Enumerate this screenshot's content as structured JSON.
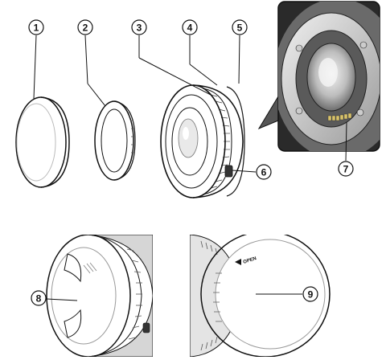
{
  "callouts": [
    {
      "id": "1",
      "label": "1",
      "part": "rear-lens-cap"
    },
    {
      "id": "2",
      "label": "2",
      "part": "adapter-ring"
    },
    {
      "id": "3",
      "label": "3",
      "part": "focus-ring"
    },
    {
      "id": "4",
      "label": "4",
      "part": "aperture-ring"
    },
    {
      "id": "5",
      "label": "5",
      "part": "lens-mount-index"
    },
    {
      "id": "6",
      "label": "6",
      "part": "aperture-switch"
    },
    {
      "id": "7",
      "label": "7",
      "part": "lens-signal-contacts"
    },
    {
      "id": "8",
      "label": "8",
      "part": "front-lens-cap"
    },
    {
      "id": "9",
      "label": "9",
      "part": "rear-lens-cap-mounted"
    }
  ],
  "rear_cap_marking": "OPEN",
  "colors": {
    "ink": "#111111",
    "gray": "#8a8a8a",
    "dark": "#333333",
    "light": "#e6e6e6"
  }
}
